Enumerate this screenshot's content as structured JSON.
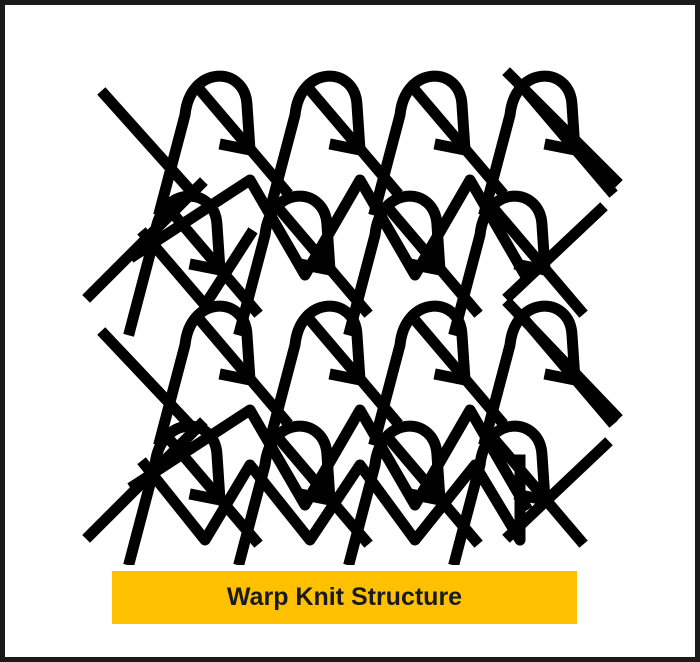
{
  "figure": {
    "caption": "Warp Knit Structure",
    "caption_background": "#ffc000",
    "stroke_color": "#000000",
    "background": "#ffffff",
    "frame_color": "#1a1a1a"
  },
  "structure": {
    "loop_columns": 4,
    "loop_rows": 4,
    "overlap_rows": 2
  }
}
